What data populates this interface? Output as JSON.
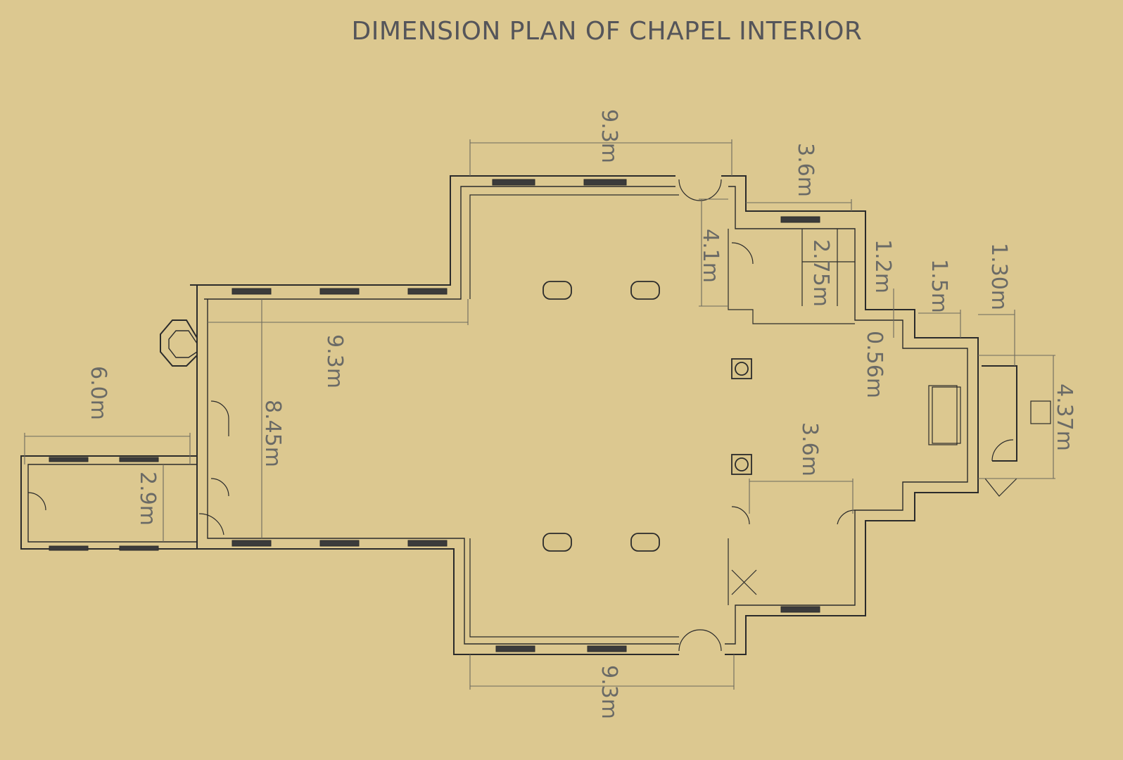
{
  "title": "DIMENSION PLAN OF CHAPEL INTERIOR",
  "dimensions": {
    "nave_top": "9.3m",
    "nave_inner": "9.3m",
    "nave_bottom": "9.3m",
    "nave_width": "8.45m",
    "porch_length": "6.0m",
    "porch_width": "2.9m",
    "sacristy_top": "3.6m",
    "sacristy_height": "4.1m",
    "stair": "2.75m",
    "step": "1.2m",
    "chancel_gap": "0.56m",
    "chancel_depth": "1.5m",
    "apse": "1.30m",
    "apse_width": "4.37m",
    "vestry_bottom": "3.6m"
  }
}
